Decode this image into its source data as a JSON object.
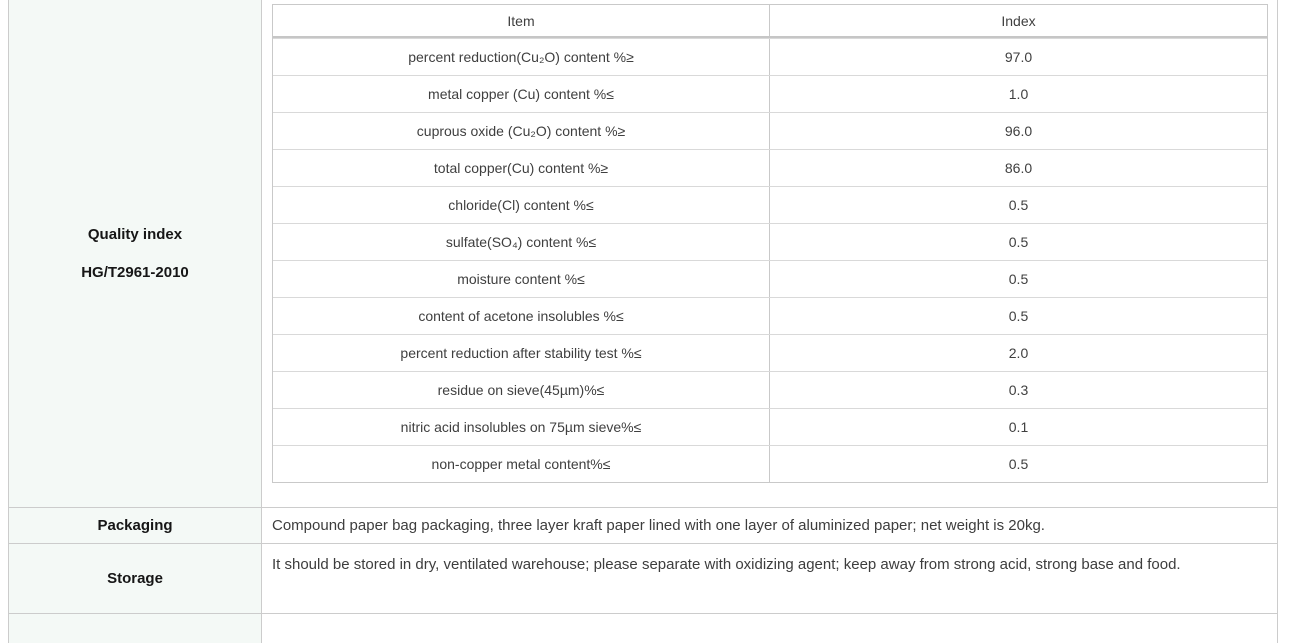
{
  "colors": {
    "label_bg": "#f4f9f6",
    "border": "#cccccc",
    "text": "#3f3f3f"
  },
  "quality": {
    "label_line1": "Quality index",
    "label_line2": "HG/T2961-2010"
  },
  "spec": {
    "headers": {
      "item": "Item",
      "index": "Index"
    },
    "rows": [
      {
        "item": "percent reduction(Cu₂O) content %≥",
        "index": "97.0"
      },
      {
        "item": "metal copper (Cu) content %≤",
        "index": "1.0"
      },
      {
        "item": "cuprous oxide (Cu₂O) content %≥",
        "index": "96.0"
      },
      {
        "item": "total copper(Cu) content %≥",
        "index": "86.0"
      },
      {
        "item": "chloride(Cl) content %≤",
        "index": "0.5"
      },
      {
        "item": "sulfate(SO₄) content %≤",
        "index": "0.5"
      },
      {
        "item": "moisture content %≤",
        "index": "0.5"
      },
      {
        "item": "content of acetone insolubles %≤",
        "index": "0.5"
      },
      {
        "item": "percent reduction after stability test %≤",
        "index": "2.0"
      },
      {
        "item": "residue on sieve(45µm)%≤",
        "index": "0.3"
      },
      {
        "item": "nitric acid insolubles on 75µm sieve%≤",
        "index": "0.1"
      },
      {
        "item": "non-copper metal content%≤",
        "index": "0.5"
      }
    ]
  },
  "packaging": {
    "label": "Packaging",
    "text": "Compound paper bag packaging, three layer kraft paper lined with one layer of aluminized paper; net weight is 20kg."
  },
  "storage": {
    "label": "Storage",
    "text": "It should be stored in dry, ventilated warehouse; please separate with oxidizing agent; keep away from strong acid, strong base and food."
  }
}
